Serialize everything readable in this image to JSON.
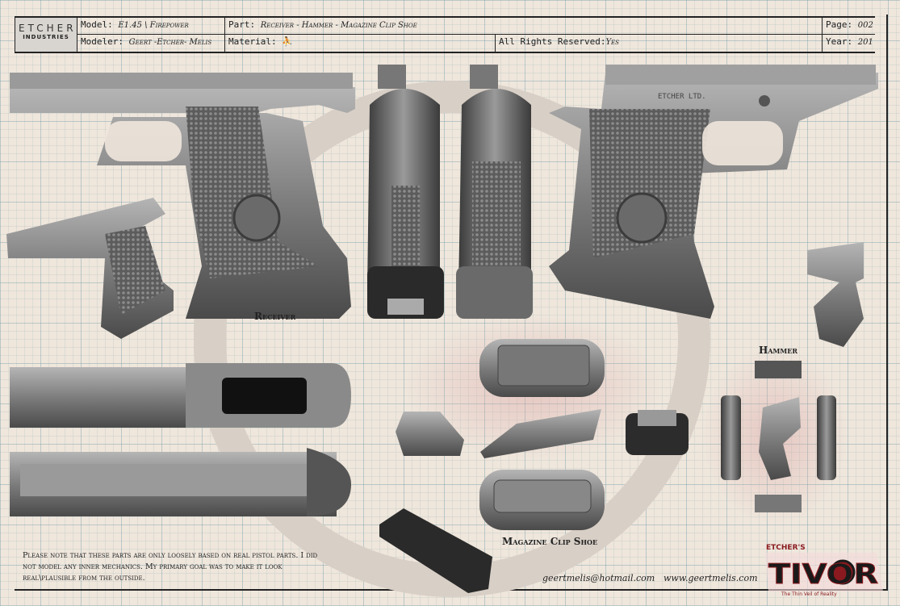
{
  "header": {
    "brand": "ETCHER",
    "brand_sub": "INDUSTRIES",
    "model_label": "Model:",
    "model_value": "E1.45 \\ Firepower",
    "modeler_label": "Modeler:",
    "modeler_value": "Geert -Etcher- Melis",
    "part_label": "Part:",
    "part_value": "Receiver - Hammer - Magazine Clip Shoe",
    "material_label": "Material:",
    "material_icon": "zbrush-figure-icon",
    "rights_label": "All Rights Reserved:",
    "rights_value": "Yes",
    "page_label": "Page:",
    "page_value": "002",
    "year_label": "Year:",
    "year_value": "201"
  },
  "labels": {
    "receiver": "Receiver",
    "hammer": "Hammer",
    "clip_shoe": "Magazine Clip Shoe",
    "slide_engraving": "ETCHER LTD."
  },
  "note": {
    "line1": "Please note that these parts are only loosely based on  real pistol parts. I did",
    "line2": "not model any inner mechanics. My primary goal was to make it look",
    "line3": "real\\plausible from the outside."
  },
  "contact": {
    "email": "geertmelis@hotmail.com",
    "website": "www.geertmelis.com"
  },
  "tivor_logo": {
    "top": "ETCHER'S",
    "main": "TIVOR",
    "tagline": "The Thin Veil of Reality",
    "colors": {
      "red": "#8a1a1f",
      "black": "#1a1a1a"
    }
  },
  "colors": {
    "paper": "#efe6dc",
    "grid": "#78a0aa",
    "part_gray": "#8a8a8a"
  }
}
